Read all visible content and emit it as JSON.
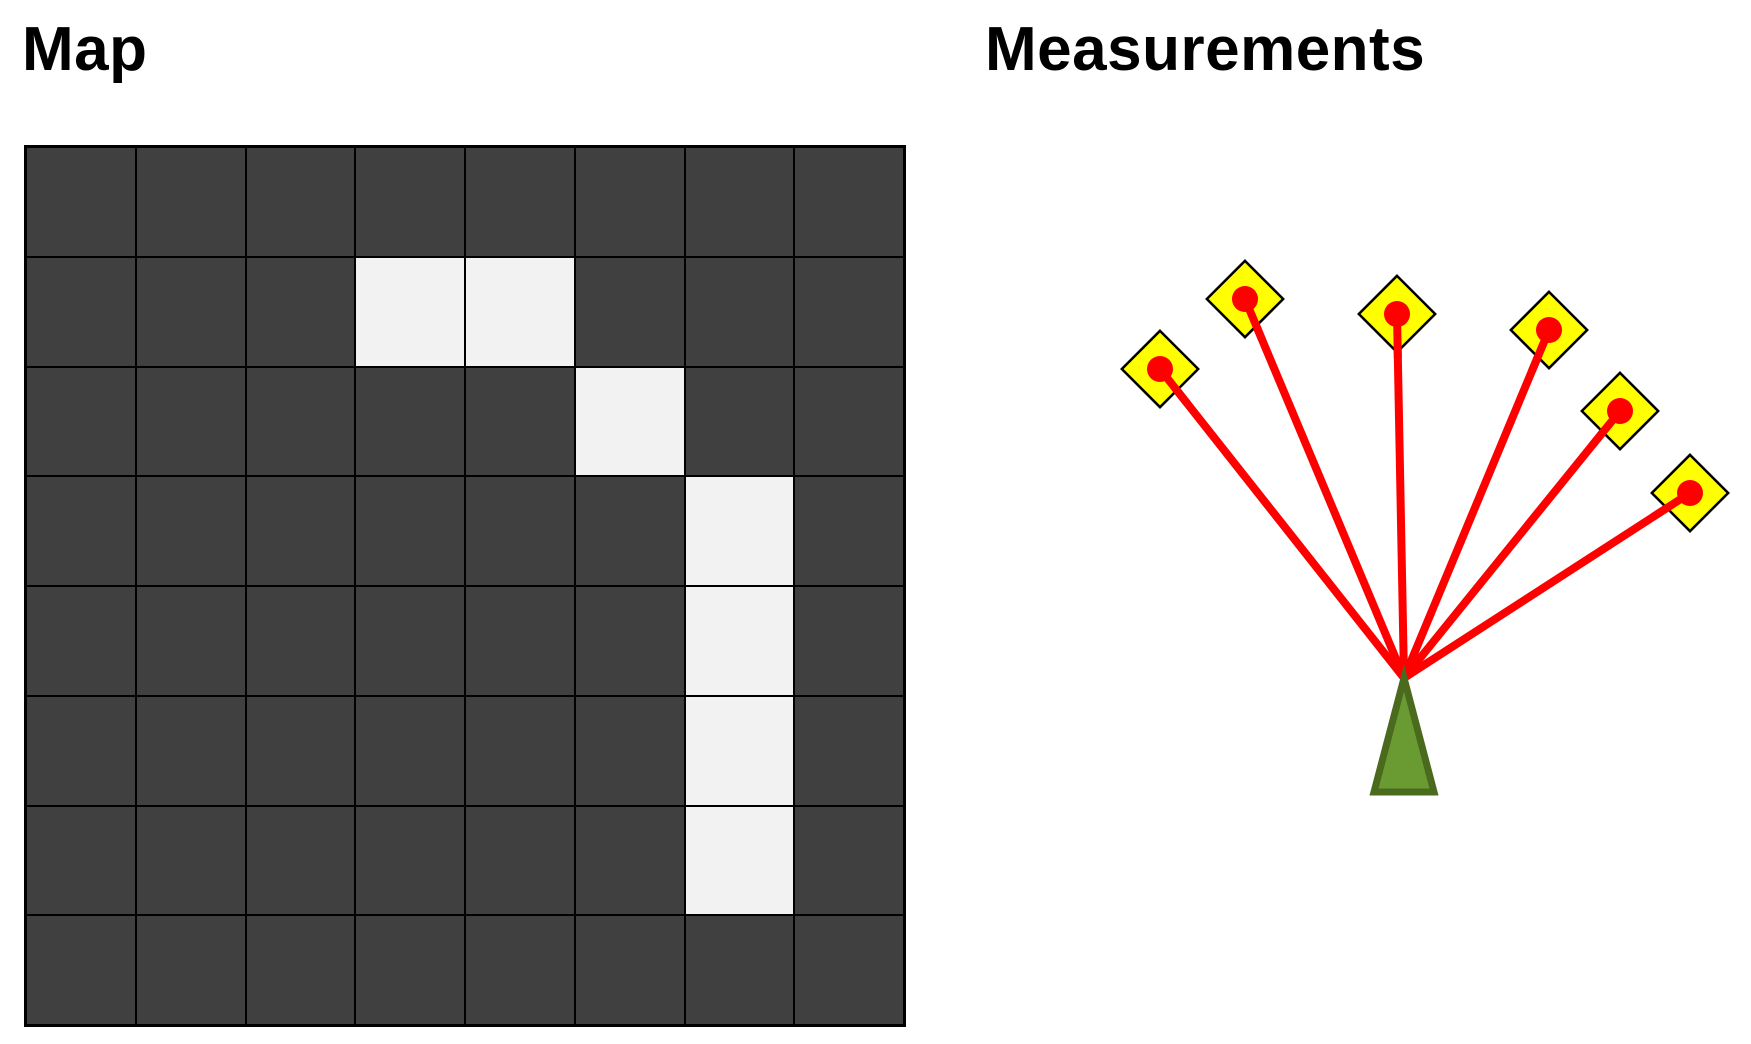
{
  "titles": {
    "map": "Map",
    "measurements": "Measurements"
  },
  "map": {
    "rows": 8,
    "cols": 8,
    "cells": [
      [
        "occupied",
        "occupied",
        "occupied",
        "occupied",
        "occupied",
        "occupied",
        "occupied",
        "occupied"
      ],
      [
        "occupied",
        "occupied",
        "occupied",
        "free",
        "free",
        "occupied",
        "occupied",
        "occupied"
      ],
      [
        "occupied",
        "occupied",
        "occupied",
        "occupied",
        "occupied",
        "free",
        "occupied",
        "occupied"
      ],
      [
        "occupied",
        "occupied",
        "occupied",
        "occupied",
        "occupied",
        "occupied",
        "free",
        "occupied"
      ],
      [
        "occupied",
        "occupied",
        "occupied",
        "occupied",
        "occupied",
        "occupied",
        "free",
        "occupied"
      ],
      [
        "occupied",
        "occupied",
        "occupied",
        "occupied",
        "occupied",
        "occupied",
        "free",
        "occupied"
      ],
      [
        "occupied",
        "occupied",
        "occupied",
        "occupied",
        "occupied",
        "occupied",
        "free",
        "occupied"
      ],
      [
        "occupied",
        "occupied",
        "occupied",
        "occupied",
        "occupied",
        "occupied",
        "occupied",
        "occupied"
      ]
    ]
  },
  "measurements": {
    "beam_count": 6,
    "colors": {
      "beam": "#ff0000",
      "endpoint": "#ff0000",
      "landmark_fill": "#ffff00",
      "landmark_stroke": "#000000",
      "sensor_fill": "#6a9a32",
      "sensor_stroke": "#4a6a1e",
      "occupied_cell": "#404040",
      "free_cell": "#f2f2f2"
    },
    "icons": {
      "sensor": "sensor-triangle-icon",
      "landmark": "landmark-diamond-icon",
      "endpoint": "beam-endpoint-dot"
    }
  }
}
